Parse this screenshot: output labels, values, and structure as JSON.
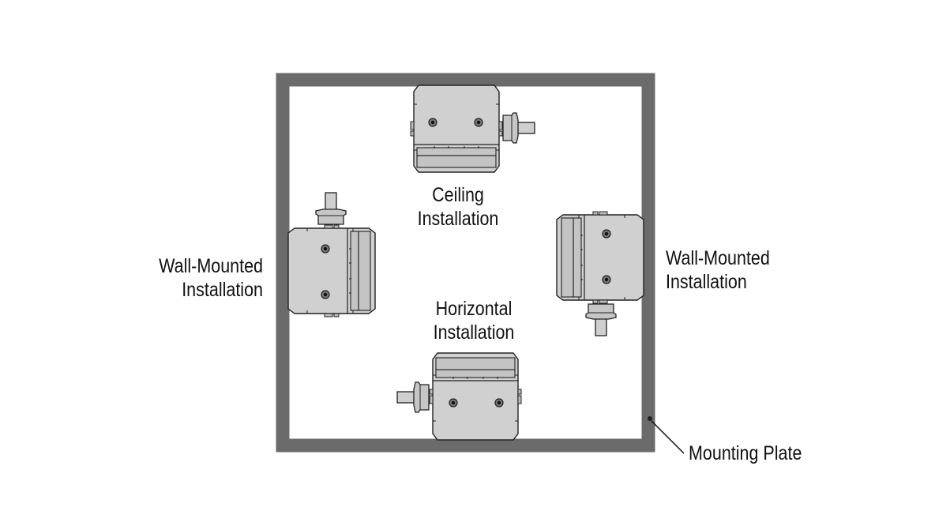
{
  "labels": {
    "ceiling": [
      "Ceiling",
      "Installation"
    ],
    "horizontal": [
      "Horizontal",
      "Installation"
    ],
    "wall_left": [
      "Wall-Mounted",
      "Installation"
    ],
    "wall_right": [
      "Wall-Mounted",
      "Installation"
    ],
    "mounting_plate": "Mounting Plate"
  },
  "colors": {
    "plate_border": "#6b6b6b",
    "motor_fill": "#d0d0d0",
    "outline": "#222222"
  }
}
